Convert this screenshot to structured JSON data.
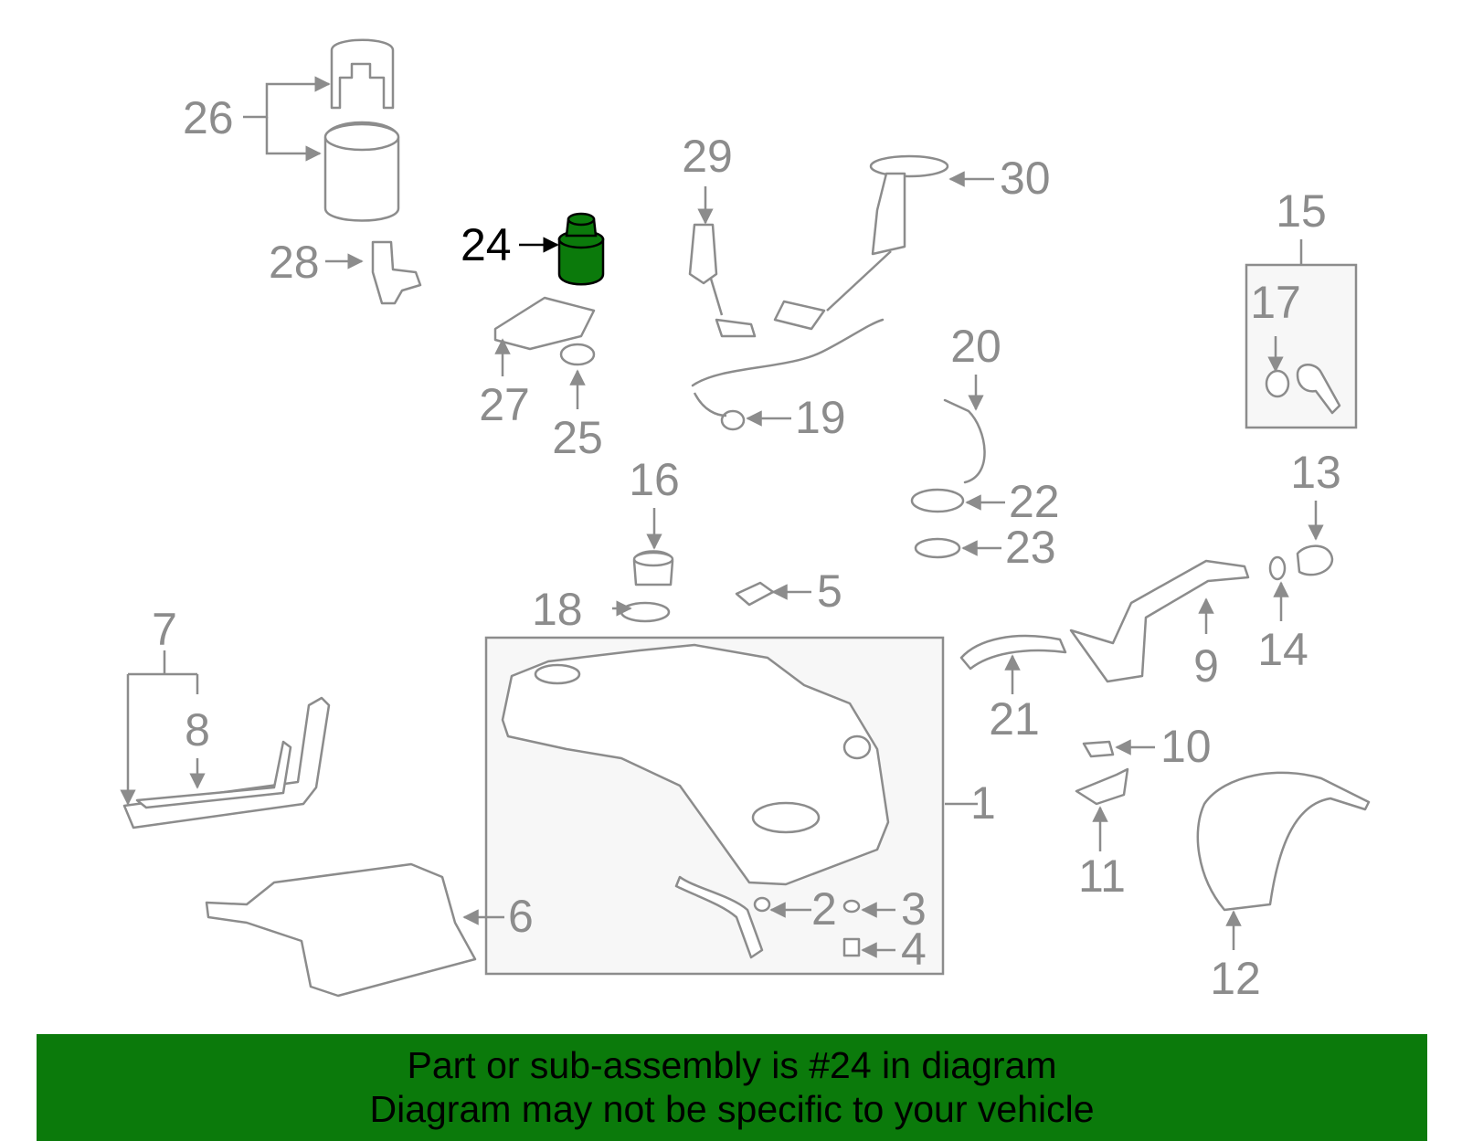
{
  "diagram": {
    "highlight_color": "#0b7a0b",
    "line_color": "#8c8c8c",
    "highlighted_part": "24",
    "callouts": [
      "1",
      "2",
      "3",
      "4",
      "5",
      "6",
      "7",
      "8",
      "9",
      "10",
      "11",
      "12",
      "13",
      "14",
      "15",
      "16",
      "17",
      "18",
      "19",
      "20",
      "21",
      "22",
      "23",
      "24",
      "25",
      "26",
      "27",
      "28",
      "29",
      "30"
    ]
  },
  "banner": {
    "background": "#0b7a0b",
    "line1": "Part or sub-assembly is #24 in diagram",
    "line2": "Diagram may not be specific to your vehicle"
  }
}
